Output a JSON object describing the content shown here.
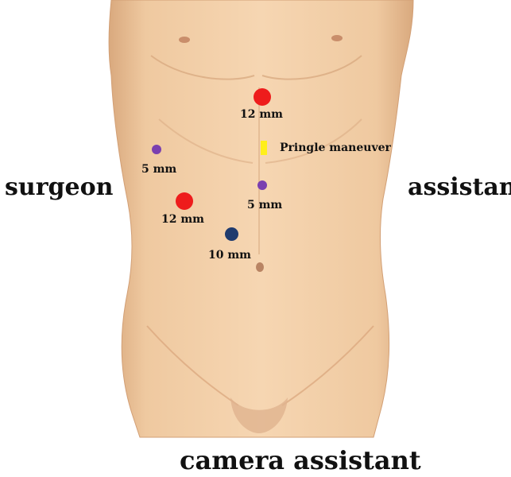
{
  "roles": {
    "left": "surgeon",
    "right": "assistant",
    "bottom": "camera assistant"
  },
  "ports": [
    {
      "id": "port-12mm-upper",
      "label": "12 mm",
      "color": "#ee1c1c"
    },
    {
      "id": "port-5mm-left",
      "label": "5 mm",
      "color": "#7a3fb0"
    },
    {
      "id": "port-12mm-left",
      "label": "12 mm",
      "color": "#ee1c1c"
    },
    {
      "id": "port-5mm-right",
      "label": "5 mm",
      "color": "#7a3fb0"
    },
    {
      "id": "port-10mm-camera",
      "label": "10 mm",
      "color": "#1f3b6e"
    }
  ],
  "pringle": {
    "label": "Pringle maneuver",
    "color": "#ffef1a"
  },
  "colors": {
    "skin": "#f2cfa6",
    "skin_shadow": "#d9a77a",
    "text": "#111111"
  }
}
